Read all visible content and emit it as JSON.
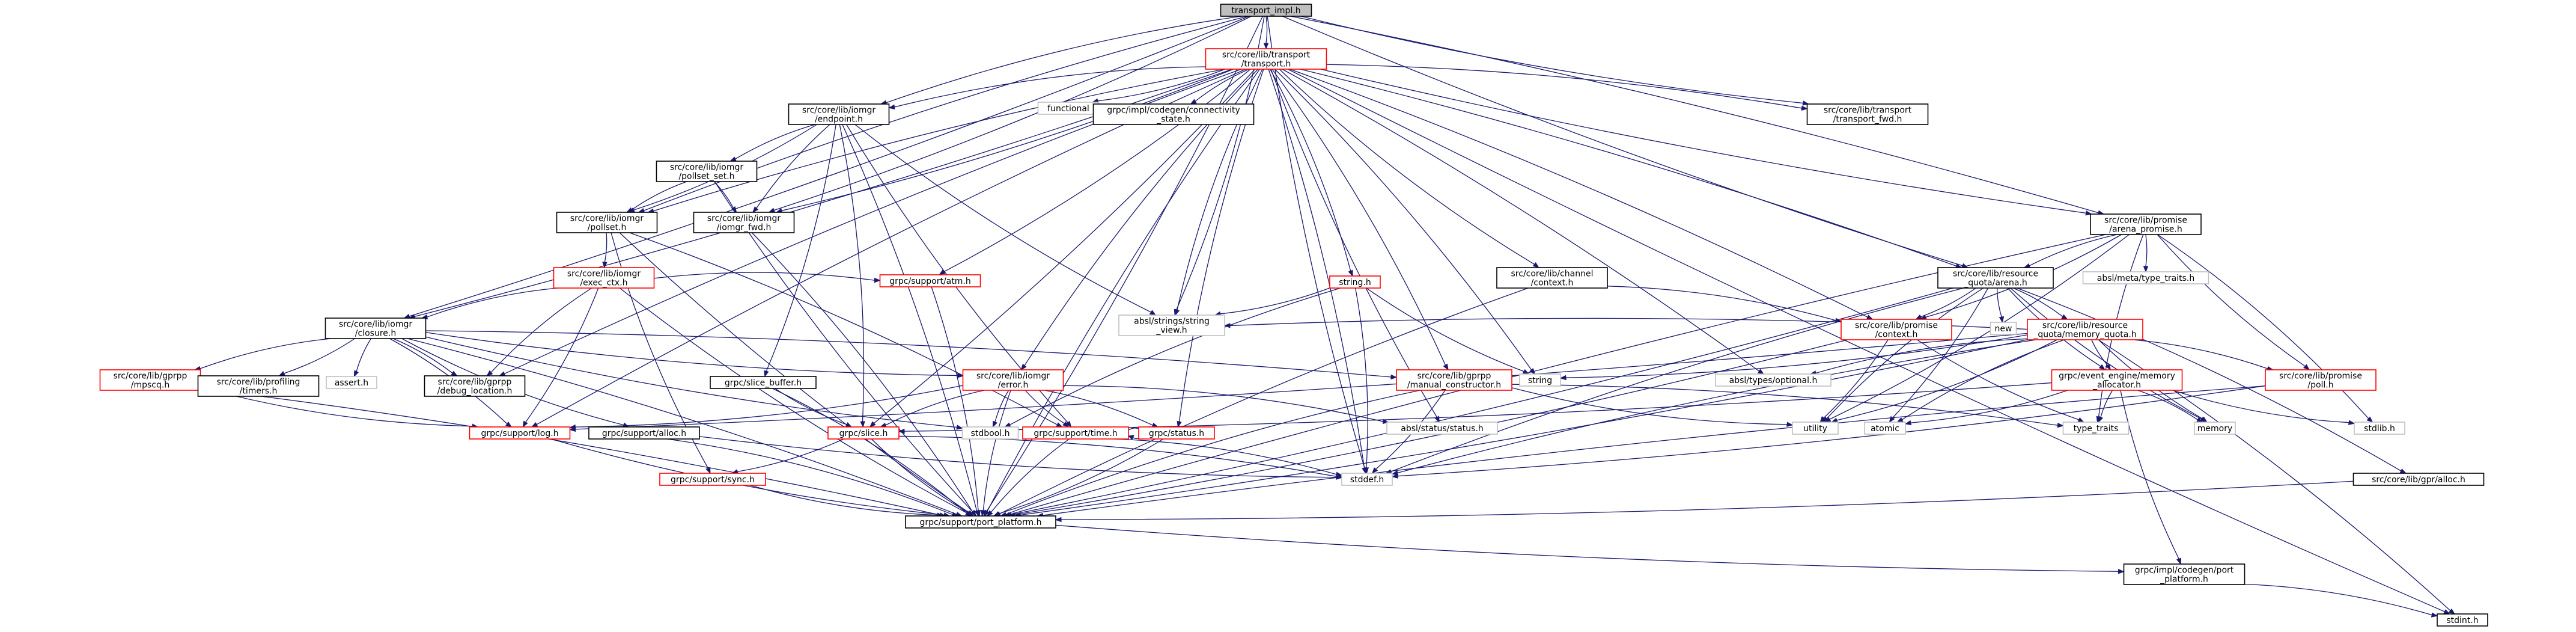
{
  "graph": {
    "nodes": [
      {
        "id": "transport_impl",
        "lines": [
          "transport_impl.h"
        ],
        "style": "root"
      },
      {
        "id": "transport",
        "lines": [
          "src/core/lib/transport",
          "/transport.h"
        ],
        "style": "red"
      },
      {
        "id": "endpoint",
        "lines": [
          "src/core/lib/iomgr",
          "/endpoint.h"
        ],
        "style": "black"
      },
      {
        "id": "functional",
        "lines": [
          "functional"
        ],
        "style": "plain"
      },
      {
        "id": "connectivity_state",
        "lines": [
          "grpc/impl/codegen/connectivity",
          "_state.h"
        ],
        "style": "black"
      },
      {
        "id": "transport_fwd",
        "lines": [
          "src/core/lib/transport",
          "/transport_fwd.h"
        ],
        "style": "black"
      },
      {
        "id": "pollset_set",
        "lines": [
          "src/core/lib/iomgr",
          "/pollset_set.h"
        ],
        "style": "black"
      },
      {
        "id": "pollset",
        "lines": [
          "src/core/lib/iomgr",
          "/pollset.h"
        ],
        "style": "black"
      },
      {
        "id": "iomgr_fwd",
        "lines": [
          "src/core/lib/iomgr",
          "/iomgr_fwd.h"
        ],
        "style": "black"
      },
      {
        "id": "exec_ctx",
        "lines": [
          "src/core/lib/iomgr",
          "/exec_ctx.h"
        ],
        "style": "red"
      },
      {
        "id": "atm",
        "lines": [
          "grpc/support/atm.h"
        ],
        "style": "red"
      },
      {
        "id": "closure",
        "lines": [
          "src/core/lib/iomgr",
          "/closure.h"
        ],
        "style": "black"
      },
      {
        "id": "mpscq",
        "lines": [
          "src/core/lib/gprpp",
          "/mpscq.h"
        ],
        "style": "red"
      },
      {
        "id": "timers",
        "lines": [
          "src/core/lib/profiling",
          "/timers.h"
        ],
        "style": "black"
      },
      {
        "id": "assert",
        "lines": [
          "assert.h"
        ],
        "style": "plain"
      },
      {
        "id": "debug_location",
        "lines": [
          "src/core/lib/gprpp",
          "/debug_location.h"
        ],
        "style": "black"
      },
      {
        "id": "slice_buffer",
        "lines": [
          "grpc/slice_buffer.h"
        ],
        "style": "black"
      },
      {
        "id": "error",
        "lines": [
          "src/core/lib/iomgr",
          "/error.h"
        ],
        "style": "red"
      },
      {
        "id": "string_view",
        "lines": [
          "absl/strings/string",
          "_view.h"
        ],
        "style": "plain"
      },
      {
        "id": "string_h",
        "lines": [
          "string.h"
        ],
        "style": "red"
      },
      {
        "id": "channel_context",
        "lines": [
          "src/core/lib/channel",
          "/context.h"
        ],
        "style": "black"
      },
      {
        "id": "manual_constructor",
        "lines": [
          "src/core/lib/gprpp",
          "/manual_constructor.h"
        ],
        "style": "red"
      },
      {
        "id": "string",
        "lines": [
          "string"
        ],
        "style": "plain"
      },
      {
        "id": "arena_promise",
        "lines": [
          "src/core/lib/promise",
          "/arena_promise.h"
        ],
        "style": "black"
      },
      {
        "id": "meta_type_traits",
        "lines": [
          "absl/meta/type_traits.h"
        ],
        "style": "plain"
      },
      {
        "id": "resource_arena",
        "lines": [
          "src/core/lib/resource",
          "_quota/arena.h"
        ],
        "style": "black"
      },
      {
        "id": "promise_context",
        "lines": [
          "src/core/lib/promise",
          "/context.h"
        ],
        "style": "red"
      },
      {
        "id": "new",
        "lines": [
          "new"
        ],
        "style": "plain"
      },
      {
        "id": "memory_quota",
        "lines": [
          "src/core/lib/resource",
          "_quota/memory_quota.h"
        ],
        "style": "red"
      },
      {
        "id": "optional",
        "lines": [
          "absl/types/optional.h"
        ],
        "style": "plain"
      },
      {
        "id": "memory_allocator",
        "lines": [
          "grpc/event_engine/memory",
          "_allocator.h"
        ],
        "style": "red"
      },
      {
        "id": "promise_poll",
        "lines": [
          "src/core/lib/promise",
          "/poll.h"
        ],
        "style": "red"
      },
      {
        "id": "log",
        "lines": [
          "grpc/support/log.h"
        ],
        "style": "red"
      },
      {
        "id": "alloc",
        "lines": [
          "grpc/support/alloc.h"
        ],
        "style": "black"
      },
      {
        "id": "slice",
        "lines": [
          "grpc/slice.h"
        ],
        "style": "red"
      },
      {
        "id": "stdbool",
        "lines": [
          "stdbool.h"
        ],
        "style": "plain"
      },
      {
        "id": "time",
        "lines": [
          "grpc/support/time.h"
        ],
        "style": "red"
      },
      {
        "id": "status_h",
        "lines": [
          "grpc/status.h"
        ],
        "style": "red"
      },
      {
        "id": "absl_status",
        "lines": [
          "absl/status/status.h"
        ],
        "style": "plain"
      },
      {
        "id": "utility",
        "lines": [
          "utility"
        ],
        "style": "plain"
      },
      {
        "id": "atomic",
        "lines": [
          "atomic"
        ],
        "style": "plain"
      },
      {
        "id": "type_traits",
        "lines": [
          "type_traits"
        ],
        "style": "plain"
      },
      {
        "id": "memory",
        "lines": [
          "memory"
        ],
        "style": "plain"
      },
      {
        "id": "stdlib",
        "lines": [
          "stdlib.h"
        ],
        "style": "plain"
      },
      {
        "id": "sync",
        "lines": [
          "grpc/support/sync.h"
        ],
        "style": "red"
      },
      {
        "id": "stddef",
        "lines": [
          "stddef.h"
        ],
        "style": "plain"
      },
      {
        "id": "gpr_alloc",
        "lines": [
          "src/core/lib/gpr/alloc.h"
        ],
        "style": "black"
      },
      {
        "id": "port_platform",
        "lines": [
          "grpc/support/port_platform.h"
        ],
        "style": "black"
      },
      {
        "id": "codegen_port_platform",
        "lines": [
          "grpc/impl/codegen/port",
          "_platform.h"
        ],
        "style": "black"
      },
      {
        "id": "stdint",
        "lines": [
          "stdint.h"
        ],
        "style": "black"
      }
    ],
    "edges": [
      [
        "transport_impl",
        "transport"
      ],
      [
        "transport_impl",
        "transport_fwd"
      ],
      [
        "transport_impl",
        "arena_promise"
      ],
      [
        "transport_impl",
        "resource_arena"
      ],
      [
        "transport_impl",
        "closure"
      ],
      [
        "transport_impl",
        "pollset"
      ],
      [
        "transport_impl",
        "iomgr_fwd"
      ],
      [
        "transport_impl",
        "endpoint"
      ],
      [
        "transport_impl",
        "string_view"
      ],
      [
        "transport_impl",
        "stddef"
      ],
      [
        "transport_impl",
        "port_platform"
      ],
      [
        "transport",
        "endpoint"
      ],
      [
        "transport",
        "functional"
      ],
      [
        "transport",
        "connectivity_state"
      ],
      [
        "transport",
        "transport_fwd"
      ],
      [
        "transport",
        "arena_promise"
      ],
      [
        "transport",
        "resource_arena"
      ],
      [
        "transport",
        "channel_context"
      ],
      [
        "transport",
        "string_h"
      ],
      [
        "transport",
        "string_view"
      ],
      [
        "transport",
        "optional"
      ],
      [
        "transport",
        "absl_status"
      ],
      [
        "transport",
        "promise_context"
      ],
      [
        "transport",
        "error"
      ],
      [
        "transport",
        "atm"
      ],
      [
        "transport",
        "log"
      ],
      [
        "transport",
        "slice"
      ],
      [
        "transport",
        "status_h"
      ],
      [
        "transport",
        "closure"
      ],
      [
        "transport",
        "pollset"
      ],
      [
        "transport",
        "iomgr_fwd"
      ],
      [
        "transport",
        "debug_location"
      ],
      [
        "transport",
        "stddef"
      ],
      [
        "transport",
        "stdint"
      ],
      [
        "transport",
        "string"
      ],
      [
        "transport",
        "port_platform"
      ],
      [
        "transport",
        "manual_constructor"
      ],
      [
        "endpoint",
        "pollset_set"
      ],
      [
        "endpoint",
        "pollset"
      ],
      [
        "endpoint",
        "iomgr_fwd"
      ],
      [
        "endpoint",
        "slice_buffer"
      ],
      [
        "endpoint",
        "string_view"
      ],
      [
        "endpoint",
        "slice"
      ],
      [
        "endpoint",
        "time"
      ],
      [
        "endpoint",
        "port_platform"
      ],
      [
        "pollset_set",
        "pollset"
      ],
      [
        "pollset_set",
        "iomgr_fwd"
      ],
      [
        "pollset_set",
        "port_platform"
      ],
      [
        "pollset",
        "exec_ctx"
      ],
      [
        "pollset",
        "sync"
      ],
      [
        "pollset",
        "time"
      ],
      [
        "pollset",
        "port_platform"
      ],
      [
        "iomgr_fwd",
        "port_platform"
      ],
      [
        "exec_ctx",
        "closure"
      ],
      [
        "exec_ctx",
        "atm"
      ],
      [
        "exec_ctx",
        "debug_location"
      ],
      [
        "exec_ctx",
        "log"
      ],
      [
        "exec_ctx",
        "port_platform"
      ],
      [
        "atm",
        "port_platform"
      ],
      [
        "closure",
        "mpscq"
      ],
      [
        "closure",
        "timers"
      ],
      [
        "closure",
        "assert"
      ],
      [
        "closure",
        "debug_location"
      ],
      [
        "closure",
        "error"
      ],
      [
        "closure",
        "manual_constructor"
      ],
      [
        "closure",
        "stdbool"
      ],
      [
        "closure",
        "log"
      ],
      [
        "closure",
        "alloc"
      ],
      [
        "closure",
        "port_platform"
      ],
      [
        "mpscq",
        "log"
      ],
      [
        "mpscq",
        "port_platform"
      ],
      [
        "slice_buffer",
        "slice"
      ],
      [
        "slice_buffer",
        "port_platform"
      ],
      [
        "error",
        "slice"
      ],
      [
        "error",
        "status_h"
      ],
      [
        "error",
        "time"
      ],
      [
        "error",
        "absl_status"
      ],
      [
        "error",
        "stdbool"
      ],
      [
        "error",
        "log"
      ],
      [
        "error",
        "port_platform"
      ],
      [
        "string_h",
        "string_view"
      ],
      [
        "string_h",
        "string"
      ],
      [
        "string_h",
        "stddef"
      ],
      [
        "string_h",
        "stdbool"
      ],
      [
        "channel_context",
        "promise_context"
      ],
      [
        "channel_context",
        "port_platform"
      ],
      [
        "manual_constructor",
        "stddef"
      ],
      [
        "manual_constructor",
        "utility"
      ],
      [
        "manual_constructor",
        "type_traits"
      ],
      [
        "manual_constructor",
        "port_platform"
      ],
      [
        "arena_promise",
        "meta_type_traits"
      ],
      [
        "arena_promise",
        "resource_arena"
      ],
      [
        "arena_promise",
        "promise_context"
      ],
      [
        "arena_promise",
        "promise_poll"
      ],
      [
        "arena_promise",
        "utility"
      ],
      [
        "arena_promise",
        "type_traits"
      ],
      [
        "arena_promise",
        "stdlib"
      ],
      [
        "arena_promise",
        "port_platform"
      ],
      [
        "resource_arena",
        "promise_context"
      ],
      [
        "resource_arena",
        "new"
      ],
      [
        "resource_arena",
        "memory_quota"
      ],
      [
        "resource_arena",
        "utility"
      ],
      [
        "resource_arena",
        "atomic"
      ],
      [
        "resource_arena",
        "memory"
      ],
      [
        "resource_arena",
        "gpr_alloc"
      ],
      [
        "resource_arena",
        "stddef"
      ],
      [
        "resource_arena",
        "port_platform"
      ],
      [
        "resource_arena",
        "memory_allocator"
      ],
      [
        "promise_context",
        "utility"
      ],
      [
        "promise_context",
        "type_traits"
      ],
      [
        "promise_context",
        "port_platform"
      ],
      [
        "memory_quota",
        "memory_allocator"
      ],
      [
        "memory_quota",
        "promise_poll"
      ],
      [
        "memory_quota",
        "optional"
      ],
      [
        "memory_quota",
        "string"
      ],
      [
        "memory_quota",
        "atomic"
      ],
      [
        "memory_quota",
        "utility"
      ],
      [
        "memory_quota",
        "memory"
      ],
      [
        "memory_quota",
        "stdint"
      ],
      [
        "memory_quota",
        "stddef"
      ],
      [
        "memory_quota",
        "port_platform"
      ],
      [
        "memory_quota",
        "string_view"
      ],
      [
        "memory_quota",
        "log"
      ],
      [
        "memory_allocator",
        "codegen_port_platform"
      ],
      [
        "memory_allocator",
        "slice"
      ],
      [
        "memory_allocator",
        "stdlib"
      ],
      [
        "memory_allocator",
        "memory"
      ],
      [
        "memory_allocator",
        "type_traits"
      ],
      [
        "memory_allocator",
        "atomic"
      ],
      [
        "promise_poll",
        "port_platform"
      ],
      [
        "promise_poll",
        "stddef"
      ],
      [
        "log",
        "port_platform"
      ],
      [
        "alloc",
        "port_platform"
      ],
      [
        "alloc",
        "stddef"
      ],
      [
        "slice",
        "sync"
      ],
      [
        "slice",
        "port_platform"
      ],
      [
        "slice",
        "stddef"
      ],
      [
        "time",
        "time"
      ],
      [
        "time",
        "stddef"
      ],
      [
        "time",
        "port_platform"
      ],
      [
        "status_h",
        "port_platform"
      ],
      [
        "sync",
        "port_platform"
      ],
      [
        "gpr_alloc",
        "port_platform"
      ],
      [
        "port_platform",
        "codegen_port_platform"
      ],
      [
        "codegen_port_platform",
        "stdint"
      ]
    ]
  },
  "colors": {
    "edge": "#191970",
    "border_black": "#000000",
    "border_red": "#ff0000",
    "border_plain": "#bfbfbf",
    "root_fill": "#bfbfbf",
    "node_fill": "#ffffff",
    "text": "#000000"
  }
}
